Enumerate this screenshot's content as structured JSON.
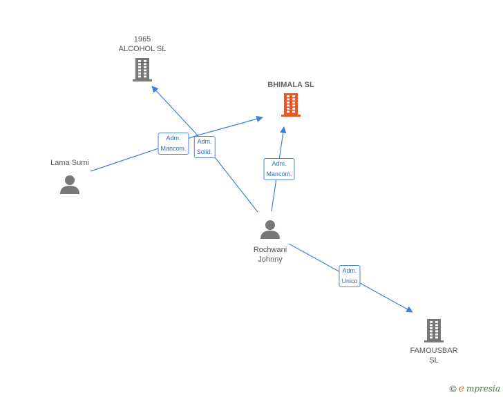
{
  "nodes": [
    {
      "id": "alcohol",
      "type": "company",
      "lines": [
        "1965",
        "ALCOHOL  SL"
      ],
      "highlight": false
    },
    {
      "id": "bhimala",
      "type": "company",
      "lines": [
        "BHIMALA  SL"
      ],
      "highlight": true
    },
    {
      "id": "lama",
      "type": "person",
      "lines": [
        "Lama Sumi"
      ],
      "highlight": false
    },
    {
      "id": "rochwani",
      "type": "person",
      "lines": [
        "Rochwani",
        "Johnny"
      ],
      "highlight": false
    },
    {
      "id": "famousbar",
      "type": "company",
      "lines": [
        "FAMOUSBAR",
        "SL"
      ],
      "highlight": false
    }
  ],
  "edges": [
    {
      "from": "lama",
      "to": "alcohol",
      "label": [
        "Adm.",
        "Mancom."
      ]
    },
    {
      "from": "lama",
      "to": "bhimala",
      "label": [
        "Adm.",
        "Solid."
      ]
    },
    {
      "from": "rochwani",
      "to": "alcohol",
      "label": []
    },
    {
      "from": "rochwani",
      "to": "bhimala",
      "label": [
        "Adm.",
        "Mancom."
      ]
    },
    {
      "from": "rochwani",
      "to": "famousbar",
      "label": [
        "Adm.",
        "Unico"
      ]
    }
  ],
  "colors": {
    "edge": "#3f7fd8",
    "company": "#777777",
    "company_highlight": "#ee5522",
    "person": "#777777"
  },
  "icons": {
    "company": "building-icon",
    "person": "person-icon"
  },
  "brand": {
    "copyright": "©",
    "e": "e",
    "rest": "mpresia"
  }
}
